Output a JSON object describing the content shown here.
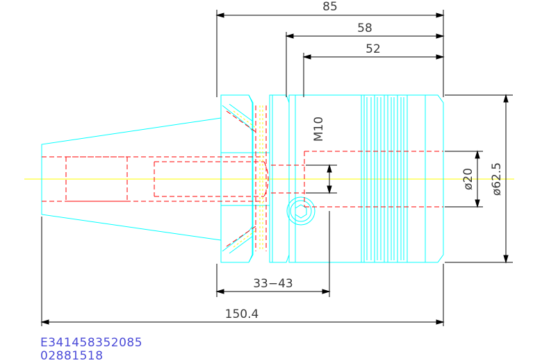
{
  "dimensions": {
    "overall_length": "85",
    "body_length": "58",
    "bore_depth": "52",
    "thread": "M10",
    "bore_diameter": "ø20",
    "outer_diameter": "ø62.5",
    "adjust_range": "33−43",
    "total_length": "150.4"
  },
  "codes": {
    "order_code": "E341458352085",
    "article_number": "02881518"
  },
  "colors": {
    "outline": "#00ffff",
    "hidden": "#ff0000",
    "centerline": "#ffff00",
    "dimension": "#000000",
    "text": "#3a3a3a",
    "codes": "#4b4bd8"
  }
}
